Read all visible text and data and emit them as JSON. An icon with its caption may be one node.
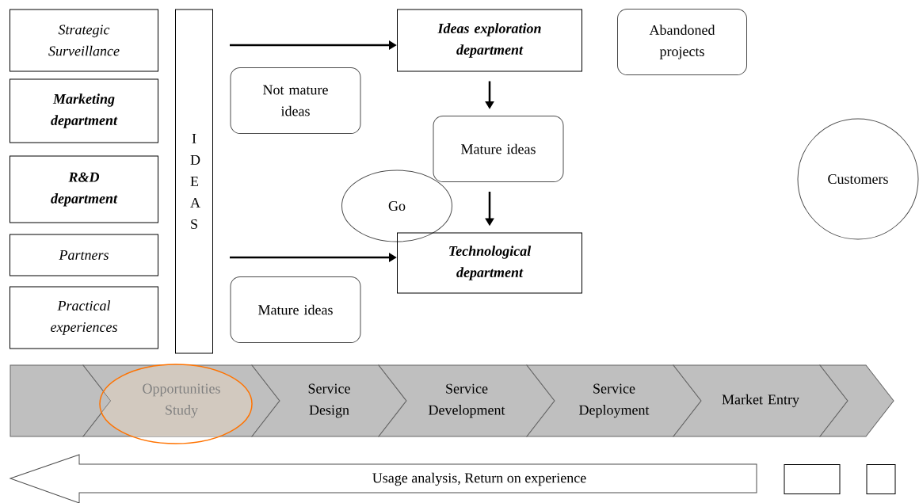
{
  "diagram": {
    "nodes": [
      {
        "text": [
          "Strategic Surveillance"
        ]
      },
      {
        "text": [
          "Marketing department"
        ]
      },
      {
        "text": [
          "R&D department"
        ]
      },
      {
        "text": [
          "Partners"
        ]
      },
      {
        "text": [
          "Practical experiences"
        ]
      },
      {
        "text": [
          "I D E A S"
        ]
      },
      {
        "text": [
          "Ideas exploration department"
        ]
      },
      {
        "text": [
          "Abandoned projects"
        ]
      },
      {
        "text": [
          "Not mature ideas"
        ]
      },
      {
        "text": [
          "Mature ideas"
        ]
      },
      {
        "text": [
          "Go"
        ]
      },
      {
        "text": [
          "Customers"
        ]
      },
      {
        "text": [
          "Technological department"
        ]
      },
      {
        "text": [
          "Mature ideas"
        ]
      },
      {
        "text": [],
        "shape": "chevron"
      },
      {
        "text": [
          "Opportunities Study"
        ]
      },
      {
        "text": [
          "Service Design"
        ]
      },
      {
        "text": [
          "Service Development"
        ]
      },
      {
        "text": [
          "Service Deployment"
        ]
      },
      {
        "text": [
          "Market Entry"
        ]
      },
      {
        "text": [],
        "shape": "chevron"
      },
      {
        "text": [
          "Usage analysis, Return on experience"
        ]
      },
      {
        "text": [],
        "shape": "box"
      },
      {
        "text": [],
        "shape": "box"
      }
    ],
    "edges": [
      {
        "from": null,
        "to": 6,
        "arrow": "to"
      },
      {
        "from": null,
        "to": 12,
        "arrow": "to"
      },
      {
        "from": 6,
        "to": 9,
        "arrow": "to"
      },
      {
        "from": 9,
        "to": 12,
        "arrow": "to"
      }
    ]
  }
}
